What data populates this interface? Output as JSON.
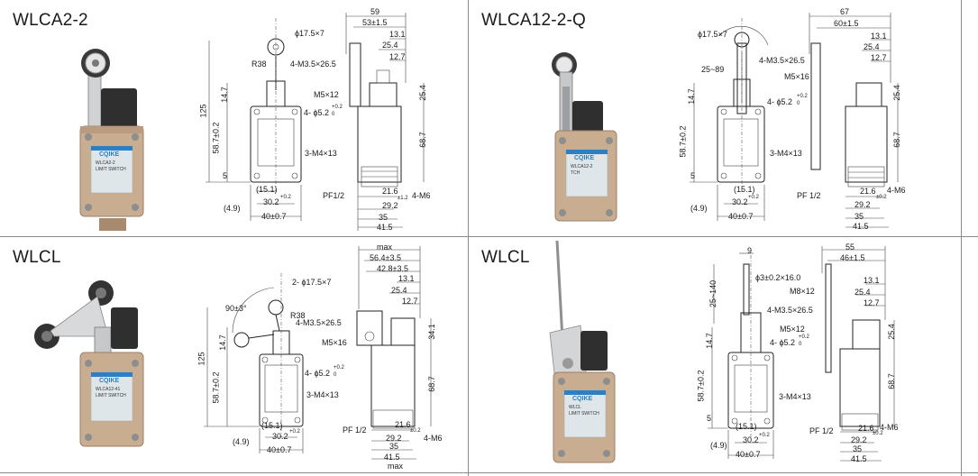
{
  "colors": {
    "body": "#c9ad91",
    "body_dark": "#a88b6f",
    "label": "#dfe6ea",
    "label_blue": "#2d7fc1",
    "metal": "#c6c8ca",
    "roller": "#3a3a3a",
    "line": "#222222"
  },
  "panels": [
    {
      "title": "WLCA2-2",
      "label": {
        "brand": "CQIKE",
        "model": "WLCA2-2",
        "type": "LIMIT SWITCH"
      },
      "dims": {
        "top1": "59",
        "top2": "53±1.5",
        "top3": "13.1",
        "top4": "25.4",
        "top5": "12.7",
        "roller": "ϕ17.5×7",
        "r": "R38",
        "screw": "4-M3.5×26.5",
        "m5": "M5×12",
        "hole": "4- ϕ5.2",
        "tol": "+0.2",
        "tol0": "0",
        "h125": "125",
        "h147": "14.7",
        "h587": "58.7±0.2",
        "h5": "5",
        "m4": "3-M4×13",
        "r254": "25.4",
        "r687": "68.7",
        "pf": "PF1/2",
        "m6": "4-M6",
        "b151": "(15.1)",
        "b49": "(4.9)",
        "b302": "30.2",
        "b302t": "+0.2",
        "b40": "40±0.7",
        "b216": "21.6",
        "b216t": "±1.2",
        "b292": "29.2",
        "b35": "35",
        "b415": "41.5"
      }
    },
    {
      "title": "WLCA12-2-Q",
      "label": {
        "brand": "CQIKE",
        "model": "WLCA12-2",
        "type": "TCH"
      },
      "dims": {
        "top1": "67",
        "top2": "60±1.5",
        "top3": "13.1",
        "top4": "25.4",
        "top5": "12.7",
        "roller": "ϕ17.5×7",
        "ang": "25~89",
        "screw": "4-M3.5×26.5",
        "m5": "M5×16",
        "hole": "4- ϕ5.2",
        "tol": "+0.2",
        "tol0": "0",
        "h147": "14.7",
        "h587": "58.7±0.2",
        "h5": "5",
        "m4": "3-M4×13",
        "r254": "25.4",
        "r687": "68.7",
        "pf": "PF 1/2",
        "m6": "4-M6",
        "b151": "(15.1)",
        "b49": "(4.9)",
        "b302": "30.2",
        "b302t": "+0.2",
        "b40": "40±0.7",
        "b216": "21.6",
        "b216t": "±0.2",
        "b292": "29.2",
        "b35": "35",
        "b415": "41.5"
      }
    },
    {
      "title": "WLCL",
      "label": {
        "brand": "CQIKE",
        "model": "WLCA12-41",
        "type": "LIMIT SWITCH"
      },
      "dims": {
        "max": "max",
        "top1": "56.4±3.5",
        "top2": "42.8±3.5",
        "top3": "13.1",
        "top4": "25.4",
        "top5": "12.7",
        "roller": "2- ϕ17.5×7",
        "ang": "90±3°",
        "r": "R38",
        "screw": "4-M3.5×26.5",
        "m5": "M5×16",
        "hole": "4- ϕ5.2",
        "tol": "+0.2",
        "tol0": "0",
        "h125": "125",
        "h147": "14.7",
        "h587": "58.7±0.2",
        "m4": "3-M4×13",
        "r341": "34.1",
        "r687": "68.7",
        "pf": "PF 1/2",
        "m6": "4-M6",
        "b151": "(15.1)",
        "b49": "(4.9)",
        "b302": "30.2",
        "b302t": "+0.2",
        "b40": "40±0.7",
        "b216": "21.6",
        "b216t": "±0.2",
        "b292": "29.2",
        "b35": "35",
        "b415": "41.5",
        "bmax": "max"
      }
    },
    {
      "title": "WLCL",
      "label": {
        "brand": "CQIKE",
        "model": "WLCL",
        "type": "LIMIT SWITCH"
      },
      "dims": {
        "top0": "9",
        "top1": "55",
        "top2": "46±1.5",
        "top3": "13.1",
        "top4": "25.4",
        "top5": "12.7",
        "rod": "ϕ3±0.2×16.0",
        "m8": "M8×12",
        "ang": "25~140",
        "screw": "4-M3.5×26.5",
        "m5": "M5×12",
        "hole": "4- ϕ5.2",
        "tol": "+0.2",
        "tol0": "0",
        "h147": "14.7",
        "h587": "58.7±0.2",
        "h5": "5",
        "m4": "3-M4×13",
        "r254": "25.4",
        "r687": "68.7",
        "pf": "PF 1/2",
        "m6": "4-M6",
        "b151": "(15.1)",
        "b49": "(4.9)",
        "b302": "30.2",
        "b302t": "+0.2",
        "b40": "40±0.7",
        "b216": "21.6",
        "b216t": "±0.2",
        "b292": "29.2",
        "b35": "35",
        "b415": "41.5"
      }
    }
  ]
}
